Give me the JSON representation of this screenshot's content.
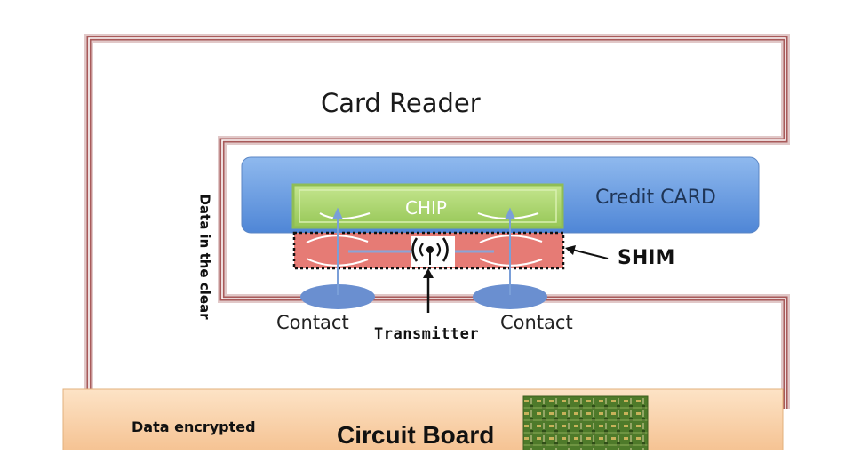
{
  "labels": {
    "reader": "Card Reader",
    "card": "Credit CARD",
    "chip": "CHIP",
    "shim": "SHIM",
    "contact_left": "Contact",
    "contact_right": "Contact",
    "transmitter": "Transmitter",
    "data_clear": "Data in the clear",
    "data_encrypted": "Data encrypted",
    "circuit_board": "Circuit Board"
  },
  "colors": {
    "reader_outline": "#b86a6a",
    "card_fill": "#6b9fe0",
    "chip_fill": "#a9d66a",
    "shim_fill": "#e57a74",
    "board_fill": "#f9cfa6",
    "pcb_fill": "#4f7a2b",
    "contact_fill": "#6a8fd0"
  },
  "icons": {
    "transmitter": "wireless-signal-icon",
    "pcb": "circuit-board-image"
  }
}
